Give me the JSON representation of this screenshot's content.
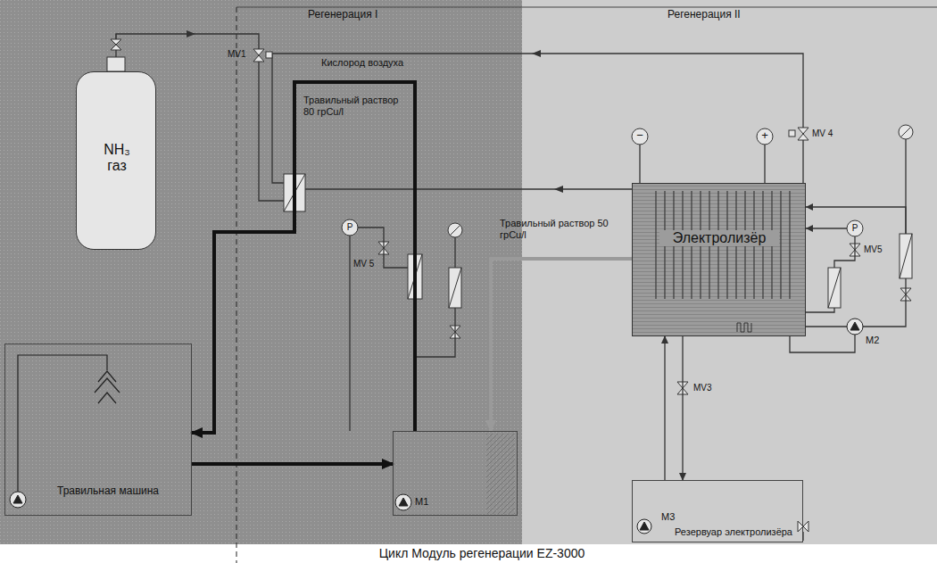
{
  "diagram": {
    "caption": "Цикл Модуль регенерации EZ-3000",
    "nodes": [
      {
        "text": [
          "Регенерация I"
        ]
      },
      {
        "text": [
          "Регенерация II"
        ]
      },
      {
        "text": [
          "NH₃ газ"
        ],
        "in": 0
      },
      {
        "text": [
          "Травильная машина"
        ],
        "in": 0
      },
      {
        "text": [
          "M1"
        ],
        "in": 0
      },
      {
        "text": [
          "Электролизёр"
        ],
        "in": 1
      },
      {
        "text": [
          "M3",
          "Резервуар электролизёра"
        ],
        "in": 1
      }
    ],
    "edges": [
      {
        "from": 4,
        "to": 3,
        "arrow": "to",
        "label": "Травильный раствор 80 грCu/l"
      },
      {
        "from": 3,
        "to": 4,
        "arrow": "to"
      },
      {
        "from": 5,
        "to": 4,
        "arrow": "to",
        "label": "Травильный раствор 50 грCu/l"
      },
      {
        "from": 6,
        "to": 5,
        "arrow": "to"
      },
      {
        "from": 5,
        "to": 6,
        "arrow": "to"
      }
    ],
    "labels": [
      "Кислород воздуха",
      "MV1",
      "MV 5",
      "MV 4",
      "MV5",
      "MV3",
      "M2",
      "−",
      "+",
      "P",
      "P"
    ]
  }
}
